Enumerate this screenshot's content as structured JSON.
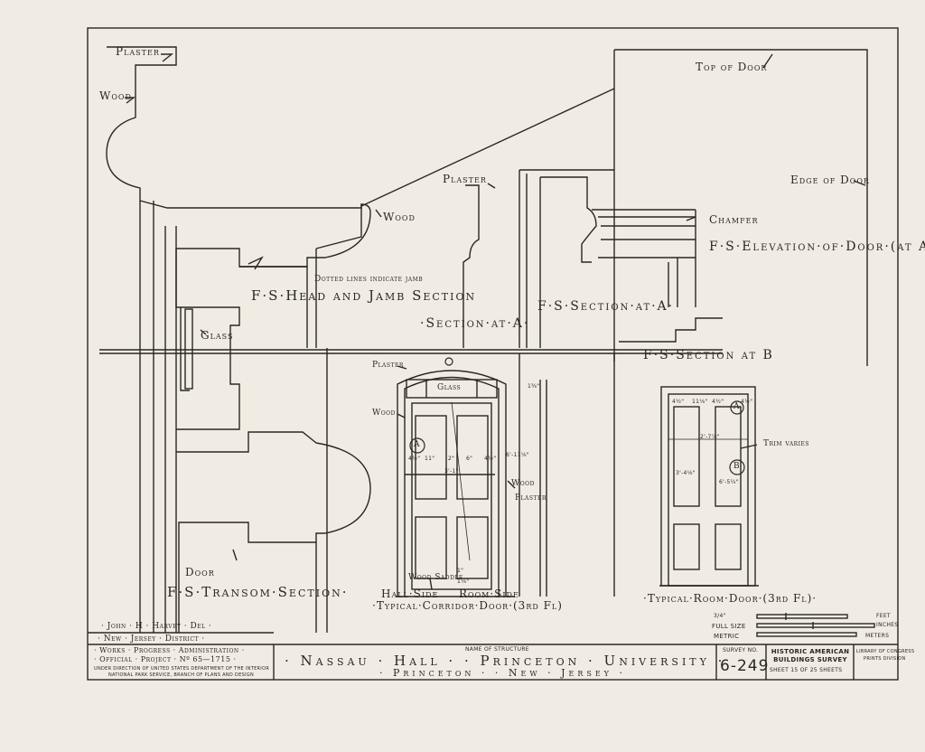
{
  "labels": {
    "plaster_top": "Plaster",
    "wood_left": "Wood",
    "top_of_door": "Top of Door",
    "edge_of_door": "Edge of Door",
    "plaster_mid": "Plaster",
    "wood_mid": "Wood",
    "chamfer": "Chamfer",
    "elevation_of_door": "F·S·Elevation·of·Door·(at A)",
    "dotted_lines": "Dotted lines indicate jamb",
    "head_jamb_section": "F·S·Head and Jamb Section",
    "section_at_a_center": "·Section·at·A·",
    "fs_section_at_a": "F·S·Section·at·A·",
    "glass_left": "Glass",
    "fs_section_at_b": "F·S·Section at B",
    "plaster_door": "Plaster",
    "glass_door": "Glass",
    "wood_door": "Wood",
    "wood_right": "Wood",
    "plaster_right": "Plaster",
    "trim_varies": "Trim varies",
    "door_label": "Door",
    "transom_section": "F·S·Transom·Section·",
    "wood_saddle": "Wood Saddle",
    "hall_side": "Hall·Side",
    "room_side": "Room·Side",
    "typical_corridor_door": "·Typical·Corridor·Door·(3rd Fl)",
    "typical_room_door": "·Typical·Room·Door·(3rd Fl)·"
  },
  "markers": {
    "a_left": "A",
    "a_right": "A",
    "b_right": "B"
  },
  "dimensions": {
    "corridor_door": [
      "4½\"",
      "11\"",
      "2\"",
      "6\"",
      "4½\"",
      "3'-1\"",
      "6'-11⅛\"",
      "1⅜\"",
      "1\"",
      "1⅛\""
    ],
    "room_door": [
      "4½\"",
      "11⅛\"",
      "4½\"",
      "4½\"",
      "2'-7⅞\"",
      "3'-4⅛\"",
      "6'-5¼\""
    ]
  },
  "scale_bar": {
    "ratio": "3/4\"",
    "full_size": "FULL SIZE",
    "metric": "METRIC",
    "feet": "FEET",
    "inches": "INCHES",
    "meters": "METERS"
  },
  "title_block": {
    "delineator": "· John · H · Harvey · Del ·",
    "district": "· New · Jersey · District ·",
    "wpa": "· Works · Progress · Administration ·",
    "project": "· Official · Project · Nº 65—1715 ·",
    "direction_1": "UNDER DIRECTION OF UNITED STATES DEPARTMENT OF THE INTERIOR",
    "direction_2": "NATIONAL PARK SERVICE, BRANCH OF PLANS AND DESIGN",
    "name_of_structure_caption": "NAME OF STRUCTURE",
    "structure_name": "· Nassau · Hall · · Princeton · University ·",
    "location": "· Princeton · · New · Jersey ·",
    "survey_no_caption": "SURVEY NO.",
    "survey_no": "6-249",
    "habs_1": "HISTORIC AMERICAN",
    "habs_2": "BUILDINGS SURVEY",
    "sheet": "SHEET 15 OF 25 SHEETS",
    "loc_1": "LIBRARY OF CONGRESS",
    "loc_2": "PRINTS DIVISION"
  },
  "colors": {
    "paper": "#f1ece3",
    "ink": "#2a2622"
  }
}
